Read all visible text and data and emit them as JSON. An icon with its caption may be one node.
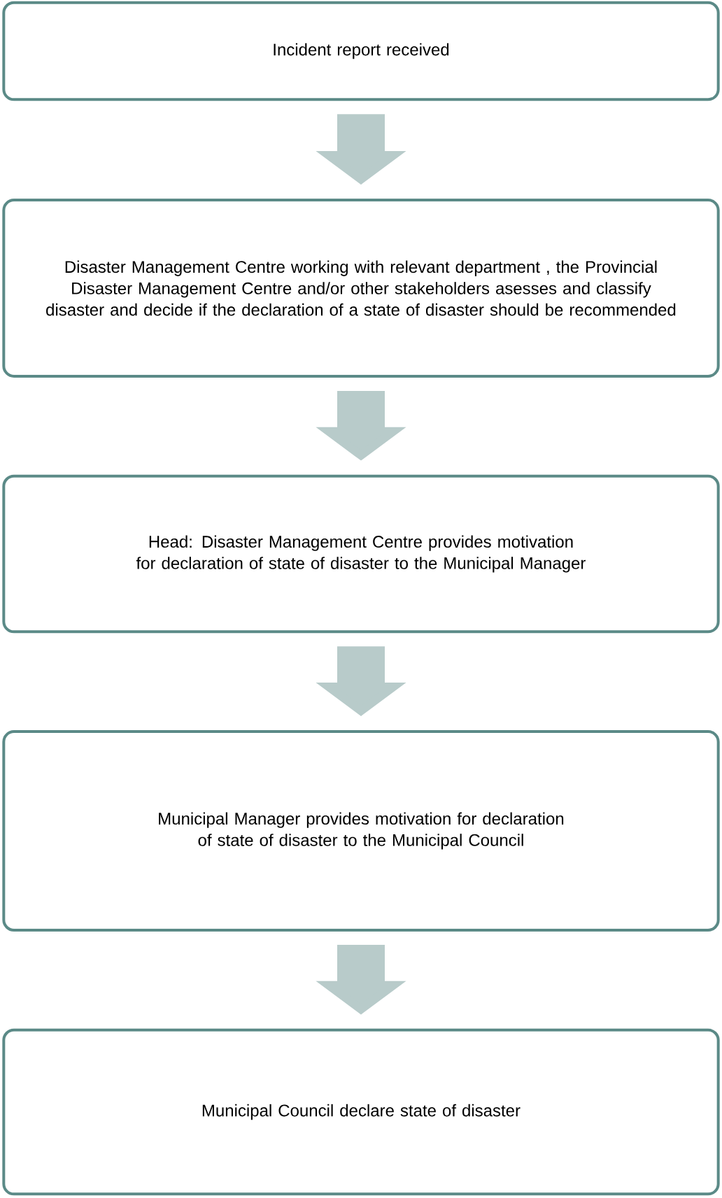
{
  "diagram": {
    "nodes": [
      {
        "text": [
          "Incident report received"
        ]
      },
      {
        "text": [
          "Disaster Management Centre working with relevant department , the Provincial Disaster Management Centre and/or other stakeholders asesses and classify disaster and decide if the declaration of a state of disaster should be recommended"
        ]
      },
      {
        "text": [
          "Head: Disaster Management Centre provides motivation for declaration of state of disaster to the Municipal Manager"
        ]
      },
      {
        "text": [
          "Municipal Manager provides motivation for declaration of state of disaster to the Municipal Council"
        ]
      },
      {
        "text": [
          "Municipal Council declare state of disaster"
        ]
      }
    ],
    "edges": [
      {
        "from": 0,
        "to": 1,
        "arrow": "to"
      },
      {
        "from": 1,
        "to": 2,
        "arrow": "to"
      },
      {
        "from": 2,
        "to": 3,
        "arrow": "to"
      },
      {
        "from": 3,
        "to": 4,
        "arrow": "to"
      }
    ]
  }
}
